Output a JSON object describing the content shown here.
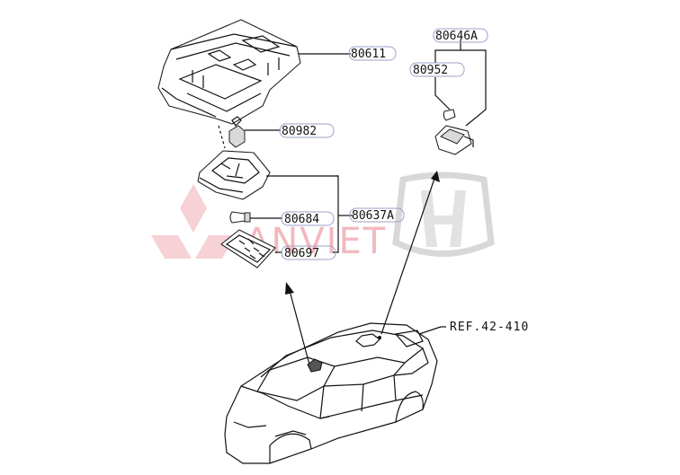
{
  "parts": [
    {
      "id": "80611"
    },
    {
      "id": "80982"
    },
    {
      "id": "80684"
    },
    {
      "id": "80697"
    },
    {
      "id": "80637A"
    },
    {
      "id": "80646A"
    },
    {
      "id": "80952"
    }
  ],
  "reference": "REF.42-410",
  "watermark": {
    "text": "ANVIET",
    "logo_left": "mitsubishi-logo",
    "logo_right": "honda-logo",
    "color": "#f2b9bf"
  }
}
